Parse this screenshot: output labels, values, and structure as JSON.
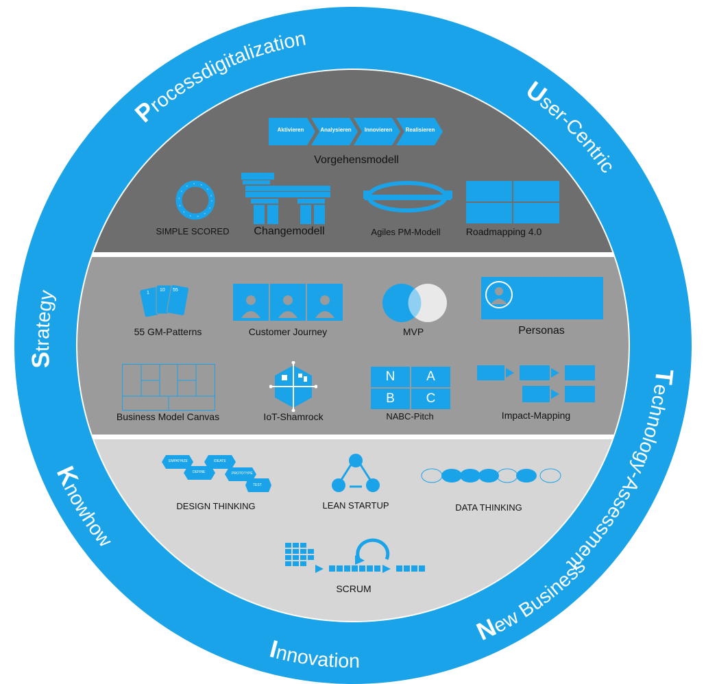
{
  "ring": {
    "words": [
      {
        "initial": "P",
        "rest": "rocessdigitalization"
      },
      {
        "initial": "U",
        "rest": "ser-Centric"
      },
      {
        "initial": "T",
        "rest": "echnology-Assessment"
      },
      {
        "initial": "N",
        "rest": "ew Business"
      },
      {
        "initial": "I",
        "rest": "nnovation"
      },
      {
        "initial": "K",
        "rest": "nowhow"
      },
      {
        "initial": "S",
        "rest": "trategy"
      }
    ]
  },
  "process": {
    "steps": [
      "Aktivieren",
      "Analysieren",
      "Innovieren",
      "Realisieren"
    ],
    "vorgehensmodell": "Vorgehensmodell",
    "simple_scored": "SIMPLE SCORED",
    "changemodell": "Changemodell",
    "agiles": "Agiles PM-Modell",
    "roadmapping": "Roadmapping 4.0"
  },
  "newbiz": {
    "gm_patterns": "55 GM-Patterns",
    "gm_cards": [
      "1",
      "10",
      "55"
    ],
    "customer_journey": "Customer Journey",
    "mvp": "MVP",
    "personas": "Personas",
    "bmc": "Business Model Canvas",
    "iot": "IoT-Shamrock",
    "nabc": "NABC-Pitch",
    "nabc_letters": [
      "N",
      "A",
      "B",
      "C"
    ],
    "impact": "Impact-Mapping"
  },
  "methods": {
    "design_thinking": "DESIGN THINKING",
    "dt_hex": [
      "EMPATHIZE",
      "DEFINE",
      "IDEATE",
      "PROTOTYPE",
      "TEST"
    ],
    "lean_startup": "LEAN STARTUP",
    "data_thinking": "DATA THINKING",
    "scrum": "SCRUM"
  },
  "colors": {
    "ring_blue": "#1aa3e8",
    "dark_gray": "#6e6e6e",
    "mid_gray": "#9b9b9b",
    "light_gray": "#d6d6d6"
  }
}
